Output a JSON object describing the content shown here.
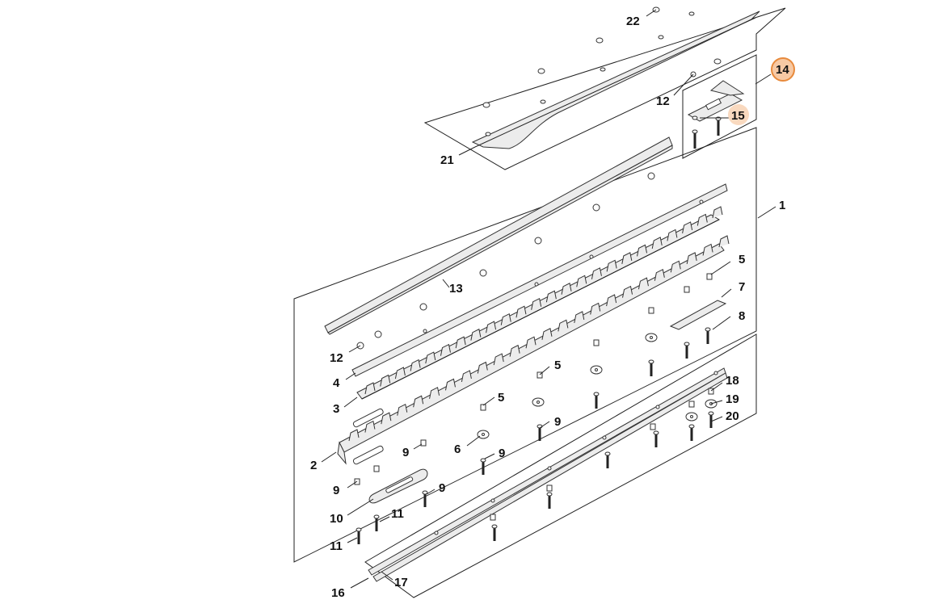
{
  "diagram": {
    "accent_color": "#e88a3c",
    "highlight_fill": "#f7c9a4",
    "callouts": [
      {
        "id": "c22",
        "text": "22",
        "highlighted": false
      },
      {
        "id": "c14",
        "text": "14",
        "highlighted": true
      },
      {
        "id": "c12a",
        "text": "12",
        "highlighted": false
      },
      {
        "id": "c15",
        "text": "15",
        "highlighted": true
      },
      {
        "id": "c21",
        "text": "21",
        "highlighted": false
      },
      {
        "id": "c1",
        "text": "1",
        "highlighted": false
      },
      {
        "id": "c13",
        "text": "13",
        "highlighted": false
      },
      {
        "id": "c5a",
        "text": "5",
        "highlighted": false
      },
      {
        "id": "c7",
        "text": "7",
        "highlighted": false
      },
      {
        "id": "c8",
        "text": "8",
        "highlighted": false
      },
      {
        "id": "c12b",
        "text": "12",
        "highlighted": false
      },
      {
        "id": "c4",
        "text": "4",
        "highlighted": false
      },
      {
        "id": "c5b",
        "text": "5",
        "highlighted": false
      },
      {
        "id": "c3",
        "text": "3",
        "highlighted": false
      },
      {
        "id": "c5c",
        "text": "5",
        "highlighted": false
      },
      {
        "id": "c18",
        "text": "18",
        "highlighted": false
      },
      {
        "id": "c19",
        "text": "19",
        "highlighted": false
      },
      {
        "id": "c20",
        "text": "20",
        "highlighted": false
      },
      {
        "id": "c9a",
        "text": "9",
        "highlighted": false
      },
      {
        "id": "c9b",
        "text": "9",
        "highlighted": false
      },
      {
        "id": "c6",
        "text": "6",
        "highlighted": false
      },
      {
        "id": "c9c",
        "text": "9",
        "highlighted": false
      },
      {
        "id": "c2",
        "text": "2",
        "highlighted": false
      },
      {
        "id": "c9d",
        "text": "9",
        "highlighted": false
      },
      {
        "id": "c9e",
        "text": "9",
        "highlighted": false
      },
      {
        "id": "c10",
        "text": "10",
        "highlighted": false
      },
      {
        "id": "c11a",
        "text": "11",
        "highlighted": false
      },
      {
        "id": "c11b",
        "text": "11",
        "highlighted": false
      },
      {
        "id": "c17",
        "text": "17",
        "highlighted": false
      },
      {
        "id": "c16",
        "text": "16",
        "highlighted": false
      }
    ]
  }
}
